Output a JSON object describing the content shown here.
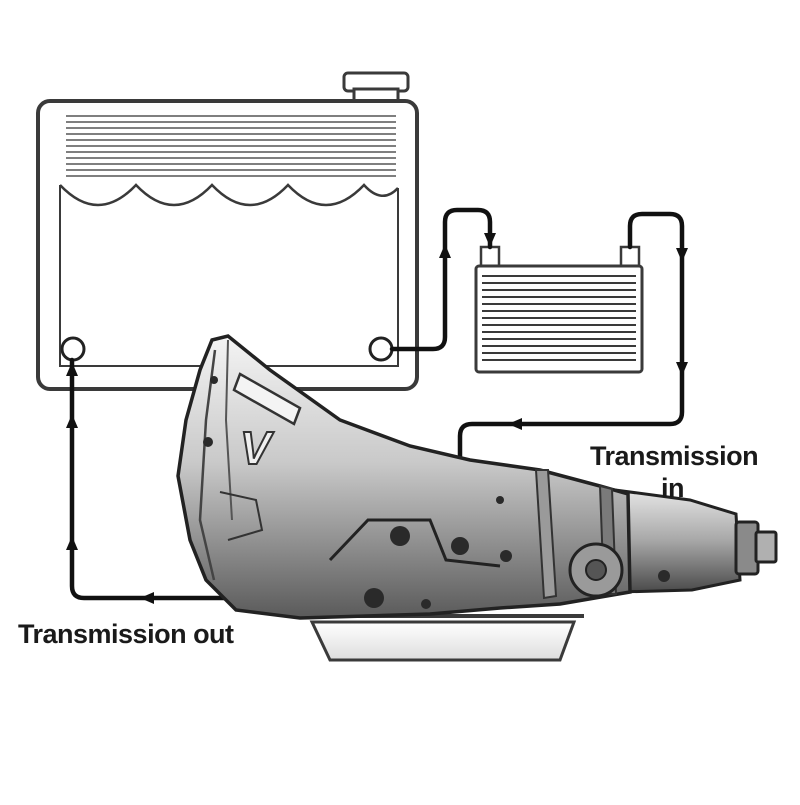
{
  "labels": {
    "transmission_in_line1": "Transmission",
    "transmission_in_line2": "in",
    "transmission_out": "Transmission out",
    "case_letter": "V"
  },
  "colors": {
    "line": "#111111",
    "outline": "#3a3a3a",
    "fin": "#555555",
    "radiator_fill": "#ffffff",
    "background": "#ffffff"
  }
}
